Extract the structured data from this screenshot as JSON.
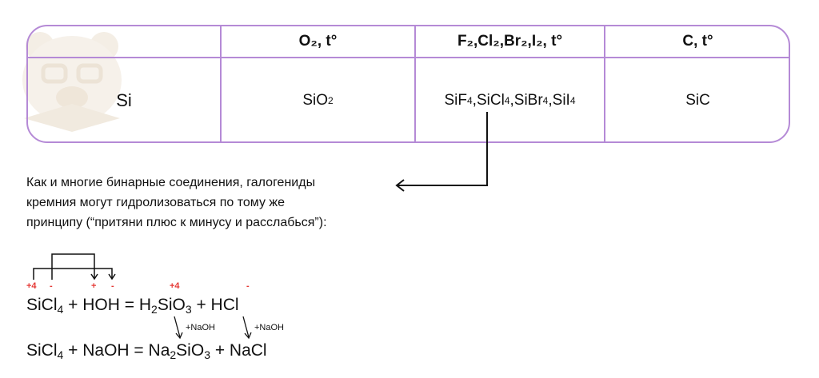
{
  "table": {
    "headers": [
      "",
      "O₂, t°",
      "F₂,Cl₂,Br₂,I₂, t°",
      "C, t°"
    ],
    "row": {
      "element": "Si",
      "col1": {
        "base": "SiO",
        "sub": "2"
      },
      "col2": [
        {
          "base": "SiF",
          "sub": "4",
          "sep": ","
        },
        {
          "base": "SiCl",
          "sub": "4",
          "sep": ","
        },
        {
          "base": "SiBr",
          "sub": "4",
          "sep": ","
        },
        {
          "base": "SiI",
          "sub": "4",
          "sep": ""
        }
      ],
      "col3": "SiC"
    }
  },
  "note": {
    "line1": "Как и многие бинарные соединения, галогениды",
    "line2": "кремния могут гидролизоваться по тому же",
    "line3": "принципу (“притяни плюс к минусу и расслабься”):"
  },
  "charges": {
    "si": "+4",
    "cl": "-",
    "h": "+",
    "oh": "-",
    "si_product": "+4",
    "cl_product": "-"
  },
  "reagents": {
    "first": "+NaOH",
    "second": "+NaOH"
  },
  "eq1": {
    "p1": "SiCl",
    "p1sub": "4",
    "p2": " + HOH = H",
    "p2sub": "2",
    "p3": "SiO",
    "p3sub": "3",
    "p4": " + HCl"
  },
  "eq2": {
    "p1": "SiCl",
    "p1sub": "4",
    "p2": " + NaOH = Na",
    "p2sub": "2",
    "p3": "SiO",
    "p3sub": "3",
    "p4": " + NaCl"
  },
  "colors": {
    "border": "#b58ad6",
    "charge": "#e53935",
    "logo": "#f3ede4"
  }
}
